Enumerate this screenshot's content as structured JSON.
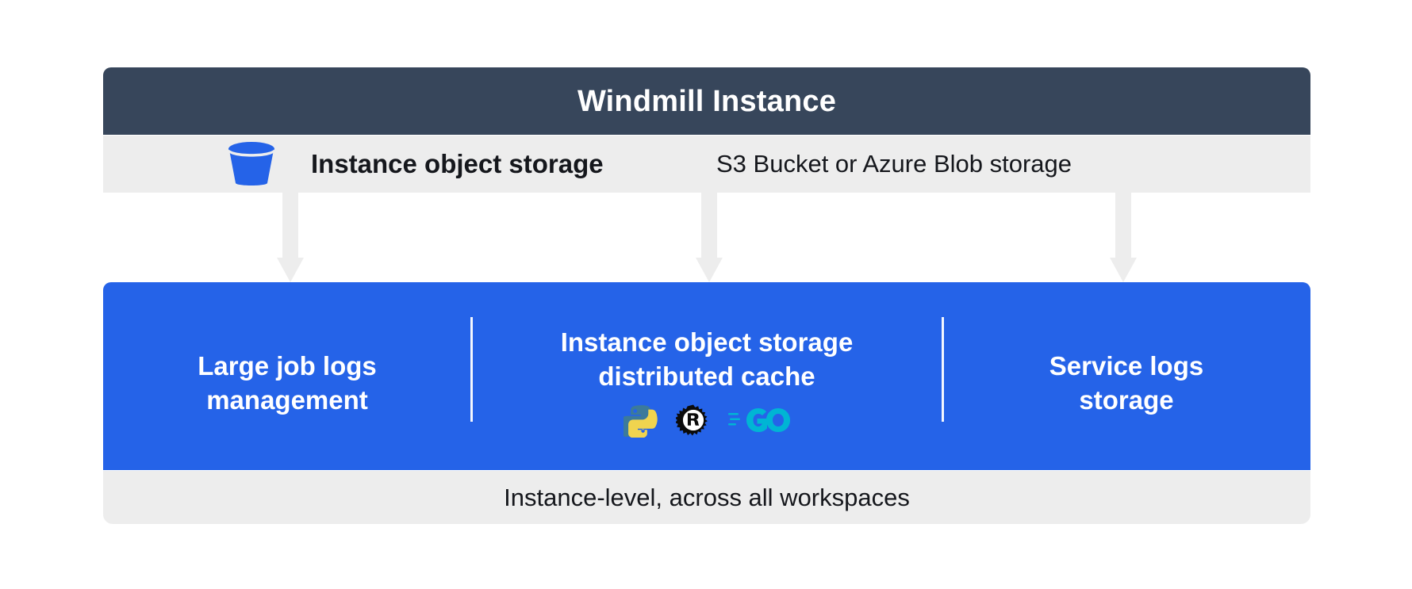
{
  "diagram": {
    "header": {
      "title": "Windmill Instance",
      "background_color": "#37465b",
      "text_color": "#ffffff"
    },
    "storage_band": {
      "icon": "bucket-icon",
      "title": "Instance object storage",
      "subtitle": "S3 Bucket or Azure Blob storage",
      "background_color": "#ededed"
    },
    "connectors": {
      "count": 3,
      "color": "#ededed",
      "direction": "down"
    },
    "features": {
      "background_color": "#2563e8",
      "text_color": "#ffffff",
      "columns": [
        {
          "title": "Large job logs management",
          "line_1": "Large job logs",
          "line_2": "management",
          "languages": []
        },
        {
          "title": "Instance object storage distributed cache",
          "line_1": "Instance object storage",
          "line_2": "distributed cache",
          "languages": [
            "python-logo",
            "rust-logo",
            "go-logo"
          ]
        },
        {
          "title": "Service logs storage",
          "line_1": "Service logs",
          "line_2": "storage",
          "languages": []
        }
      ]
    },
    "footer": {
      "text": "Instance-level, across all workspaces",
      "background_color": "#ededed"
    }
  }
}
